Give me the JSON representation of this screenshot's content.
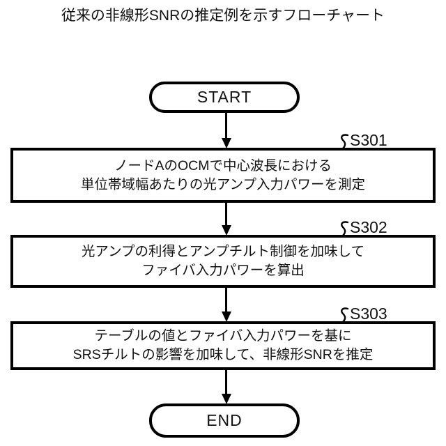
{
  "figure": {
    "title": "従来の非線形SNRの推定例を示すフローチャート",
    "type": "flowchart",
    "orientation": "top-to-bottom"
  },
  "nodes": {
    "start": {
      "label": "START",
      "shape": "terminator"
    },
    "end": {
      "label": "END",
      "shape": "terminator"
    },
    "steps": [
      {
        "code": "S301",
        "shape": "process",
        "lines": [
          "ノードAのOCMで中心波長における",
          "単位帯域幅あたりの光アンプ入力パワーを測定"
        ]
      },
      {
        "code": "S302",
        "shape": "process",
        "lines": [
          "光アンプの利得とアンプチルト制御を加味して",
          "ファイバ入力パワーを算出"
        ]
      },
      {
        "code": "S303",
        "shape": "process",
        "lines": [
          "テーブルの値とファイバ入力パワーを基に",
          "SRSチルトの影響を加味して、非線形SNRを推定"
        ]
      }
    ]
  },
  "connectors": [
    {
      "from": "start",
      "to": "S301",
      "arrow": "down-arrow"
    },
    {
      "from": "S301",
      "to": "S302",
      "arrow": "down-arrow"
    },
    {
      "from": "S302",
      "to": "S303",
      "arrow": "down-arrow"
    },
    {
      "from": "S303",
      "to": "end",
      "arrow": "down-arrow"
    }
  ],
  "colors": {
    "stroke": "#000000",
    "fill": "#ffffff",
    "text": "#111111"
  }
}
